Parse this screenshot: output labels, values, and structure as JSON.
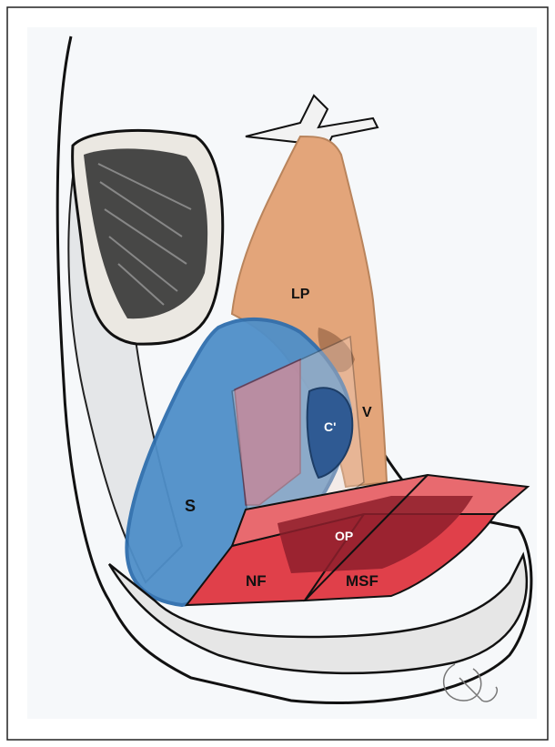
{
  "illustration": {
    "labels": {
      "lp": "LP",
      "v": "V",
      "c_prime": "C'",
      "s": "S",
      "op": "OP",
      "nf": "NF",
      "msf": "MSF"
    },
    "colors": {
      "sphenoid_blue": "#4f8fc9",
      "sphenoid_outline": "#2f6fae",
      "lamina_orange": "#e3a57a",
      "flap_red": "#e0404a",
      "flap_dark": "#8e1f2c",
      "bone_gray": "#dcdcdc"
    }
  }
}
